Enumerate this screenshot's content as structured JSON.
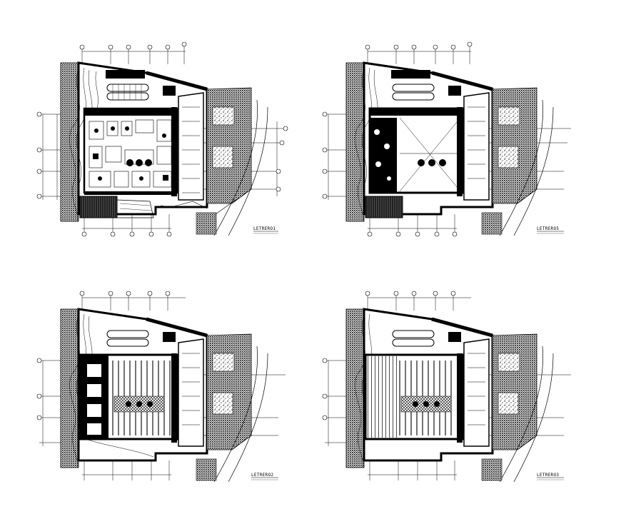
{
  "sheet": {
    "background": "#ffffff",
    "ink": "#000000"
  },
  "plans": [
    {
      "id": "plan-1",
      "title": "LETRERO1",
      "variant": "furnished"
    },
    {
      "id": "plan-2",
      "title": "LETRERO5",
      "variant": "structure"
    },
    {
      "id": "plan-3",
      "title": "LETRERO2",
      "variant": "parking"
    },
    {
      "id": "plan-4",
      "title": "LETRERO3",
      "variant": "parking-shaded"
    }
  ]
}
